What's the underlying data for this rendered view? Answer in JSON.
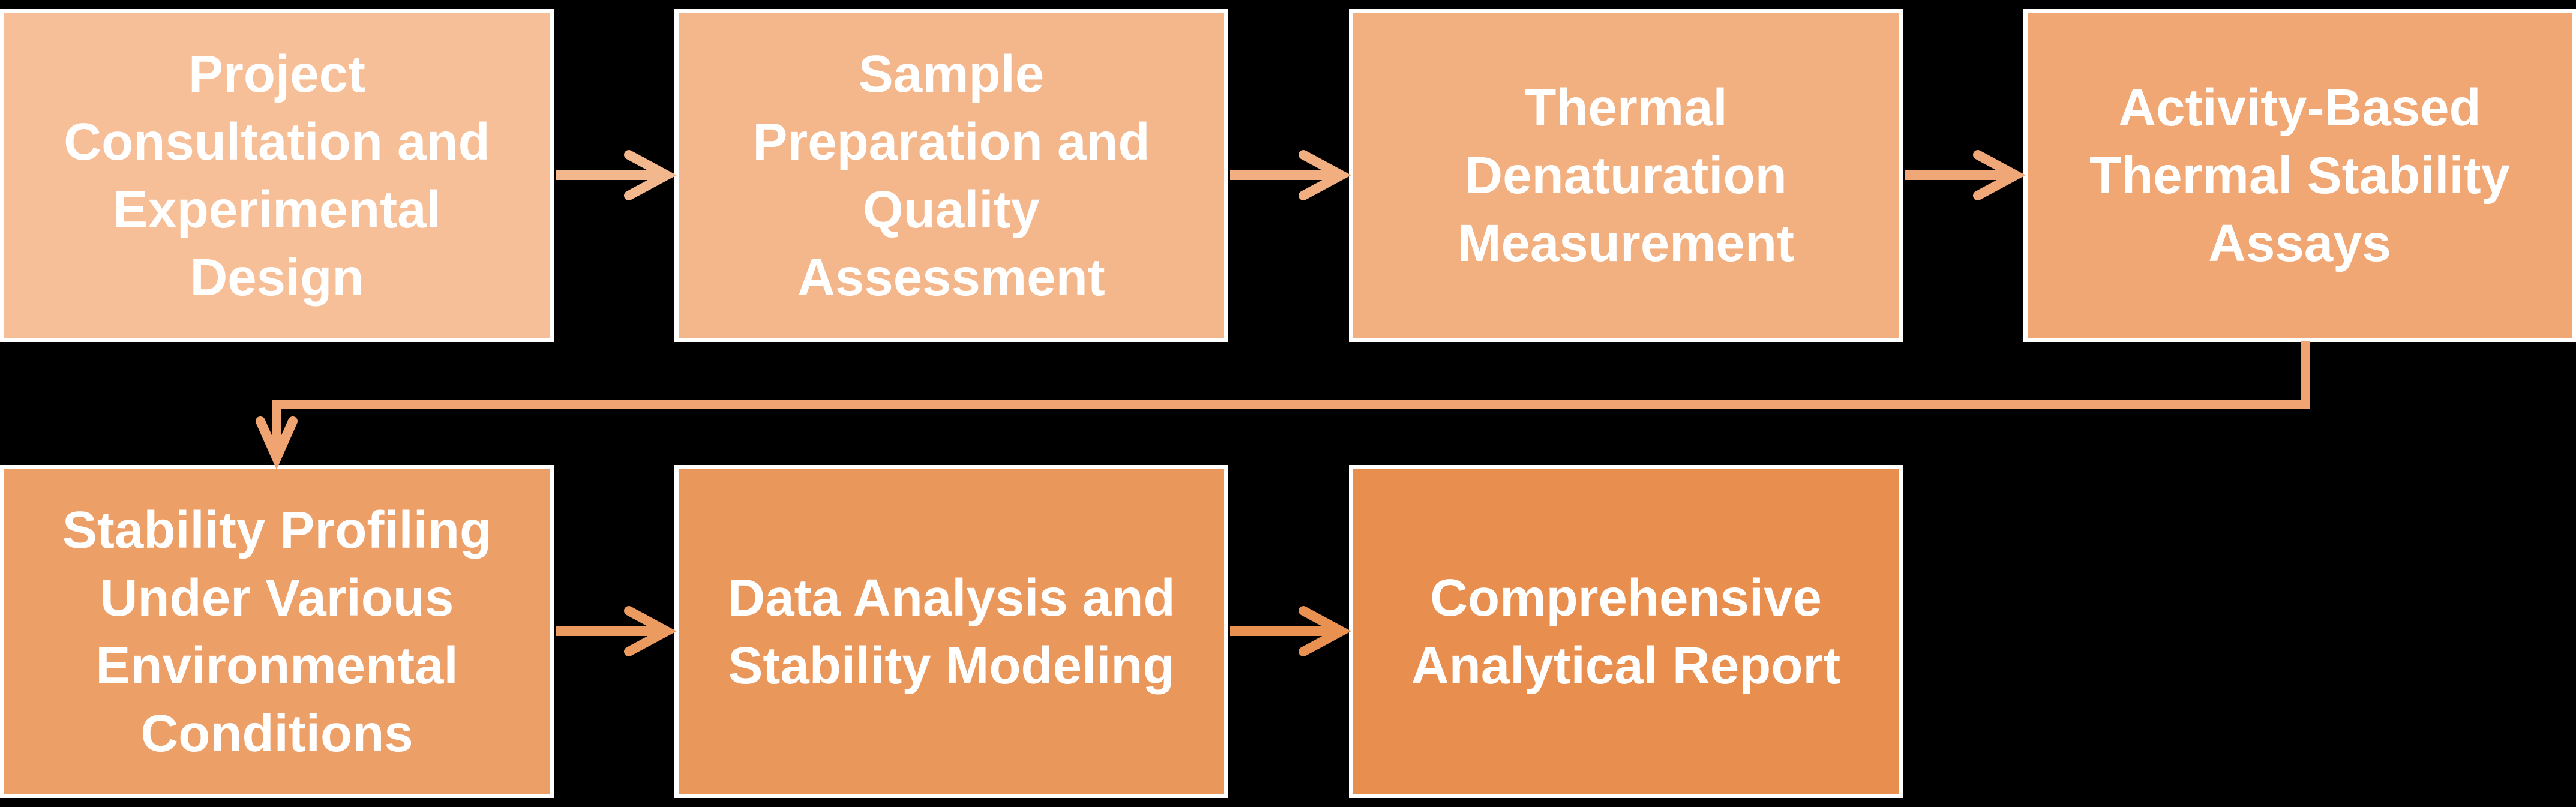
{
  "diagram": {
    "background": "#000000",
    "border_color": "#FFFFFF",
    "text_color": "#FFFFFF",
    "boxes": [
      {
        "id": 1,
        "label": "Project\nConsultation and\nExperimental\nDesign",
        "fill": "#F6BF97"
      },
      {
        "id": 2,
        "label": "Sample\nPreparation and\nQuality\nAssessment",
        "fill": "#F4B78B"
      },
      {
        "id": 3,
        "label": "Thermal\nDenaturation\nMeasurement",
        "fill": "#F2AF7F"
      },
      {
        "id": 4,
        "label": "Activity-Based\nThermal Stability\nAssays",
        "fill": "#F0A773"
      },
      {
        "id": 5,
        "label": "Stability Profiling\nUnder Various\nEnvironmental\nConditions",
        "fill": "#EC9F67"
      },
      {
        "id": 6,
        "label": "Data Analysis and\nStability Modeling",
        "fill": "#EA975B"
      },
      {
        "id": 7,
        "label": "Comprehensive\nAnalytical Report",
        "fill": "#E88F4F"
      }
    ],
    "arrows": [
      {
        "from": 1,
        "to": 2,
        "color": "#F3B78E"
      },
      {
        "from": 2,
        "to": 3,
        "color": "#F1AE81"
      },
      {
        "from": 3,
        "to": 4,
        "color": "#F0A778"
      },
      {
        "from": 5,
        "to": 6,
        "color": "#EB9B60"
      },
      {
        "from": 6,
        "to": 7,
        "color": "#E89150"
      }
    ],
    "elbow_connector": {
      "from": 4,
      "to": 5,
      "color": "#F0A471"
    }
  }
}
